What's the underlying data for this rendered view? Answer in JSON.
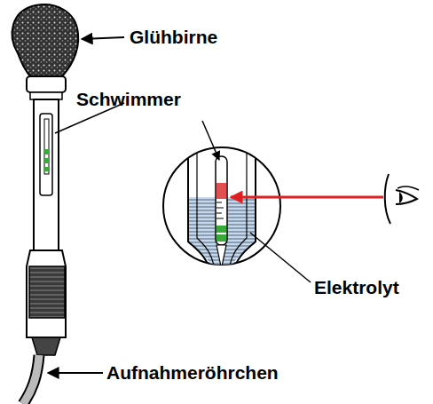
{
  "diagram": {
    "labels": [
      "Glühbirne",
      "Schwimmer",
      "Elektrolyt",
      "Aufnahmeröhrchen"
    ]
  }
}
